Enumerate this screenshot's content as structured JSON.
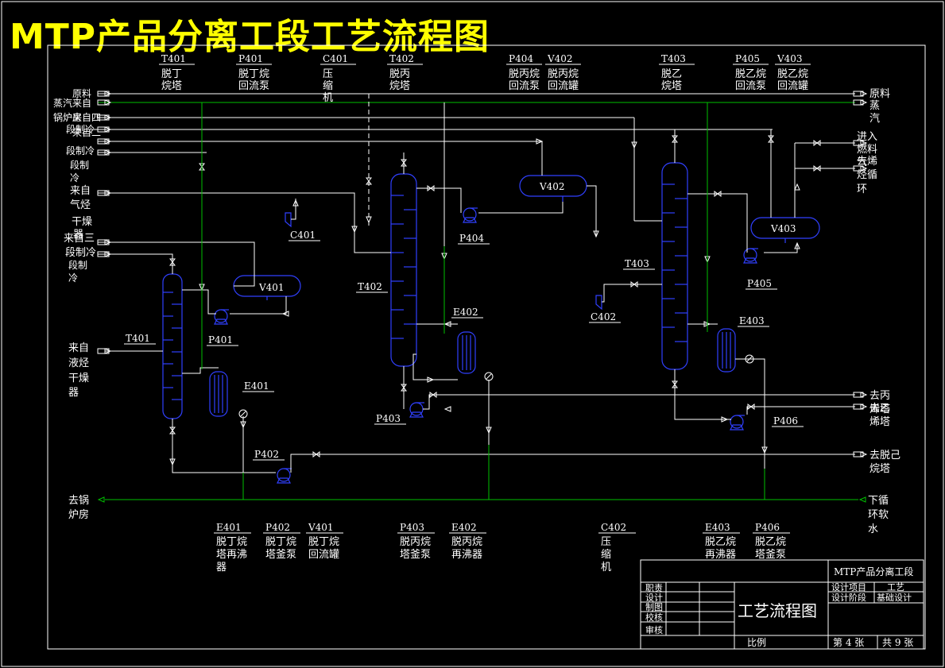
{
  "title": "MTP产品分离工段工艺流程图",
  "header_labels": [
    {
      "tag": "T401",
      "lines": [
        "脱丁",
        "烷塔"
      ]
    },
    {
      "tag": "P401",
      "lines": [
        "脱丁烷",
        "回流泵"
      ]
    },
    {
      "tag": "C401",
      "lines": [
        "压",
        "缩",
        "机"
      ]
    },
    {
      "tag": "T402",
      "lines": [
        "脱丙",
        "烷塔"
      ]
    },
    {
      "tag": "P404",
      "lines": [
        "脱丙烷",
        "回流泵"
      ]
    },
    {
      "tag": "V402",
      "lines": [
        "脱丙烷",
        "回流罐"
      ]
    },
    {
      "tag": "T403",
      "lines": [
        "脱乙",
        "烷塔"
      ]
    },
    {
      "tag": "P405",
      "lines": [
        "脱乙烷",
        "回流泵"
      ]
    },
    {
      "tag": "V403",
      "lines": [
        "脱乙烷",
        "回流罐"
      ]
    }
  ],
  "footer_labels": [
    {
      "tag": "E401",
      "lines": [
        "脱丁烷",
        "塔再沸",
        "器"
      ]
    },
    {
      "tag": "P402",
      "lines": [
        "脱丁烷",
        "塔釜泵"
      ]
    },
    {
      "tag": "V401",
      "lines": [
        "脱丁烷",
        "回流罐"
      ]
    },
    {
      "tag": "P403",
      "lines": [
        "脱丙烷",
        "塔釜泵"
      ]
    },
    {
      "tag": "E402",
      "lines": [
        "脱丙烷",
        "再沸器"
      ]
    },
    {
      "tag": "C402",
      "lines": [
        "压",
        "缩",
        "机"
      ]
    },
    {
      "tag": "E403",
      "lines": [
        "脱乙烷",
        "再沸器"
      ]
    },
    {
      "tag": "P406",
      "lines": [
        "脱乙烷",
        "塔釜泵"
      ]
    }
  ],
  "left_streams": [
    "原料",
    "蒸汽来自",
    "锅炉房",
    "来自四",
    "段制冷",
    "来自二",
    "段制冷",
    "来自",
    "气烃",
    "干燥",
    "器",
    "来自三",
    "段制冷",
    "来自",
    "液烃",
    "干燥",
    "器",
    "去锅",
    "炉房"
  ],
  "left_stream_groups": {
    "top": [
      "原料",
      "蒸汽来自",
      "锅炉房",
      "来自四",
      "段制冷",
      "来自二",
      "段制冷"
    ],
    "gas": [
      "来自",
      "气烃",
      "干燥",
      "器"
    ],
    "third": [
      "来自三",
      "段制冷"
    ],
    "liquid": [
      "来自",
      "液烃",
      "干燥",
      "器"
    ],
    "boiler": [
      "去锅",
      "炉房"
    ]
  },
  "right_streams": {
    "feed": "原料",
    "steam": "蒸汽",
    "fuel": [
      "进入",
      "燃料",
      "气"
    ],
    "recycle": [
      "去烯",
      "烃循",
      "环"
    ],
    "propylene": [
      "去丙",
      "烯塔"
    ],
    "ethylene": [
      "去乙",
      "烯塔"
    ],
    "hexane": [
      "去脱己",
      "烷塔"
    ],
    "water": [
      "下循",
      "环软",
      "水"
    ]
  },
  "equipment_tags": {
    "t401": "T401",
    "t402": "T402",
    "t403": "T403",
    "v401": "V401",
    "v402": "V402",
    "v403": "V403",
    "c401": "C401",
    "c402": "C402",
    "p401": "P401",
    "p402": "P402",
    "p403": "P403",
    "p404": "P404",
    "p405": "P405",
    "p406": "P406",
    "e401": "E401",
    "e402": "E402",
    "e403": "E403"
  },
  "title_block": {
    "project": "MTP产品分离工段",
    "item_label": "设计项目",
    "item_value": "工艺",
    "stage_label": "设计阶段",
    "stage_value": "基础设计",
    "drawing_name": "工艺流程图",
    "roles": [
      "职责",
      "设计",
      "制图",
      "校核",
      "审核"
    ],
    "scale_label": "比例",
    "sheet": "第 4 张",
    "total": "共 9 张"
  },
  "colors": {
    "title": "#ffff00",
    "process_line": "#ffffff",
    "utility_line": "#00c000",
    "equipment": "#3040ff",
    "border": "#ffffff"
  }
}
